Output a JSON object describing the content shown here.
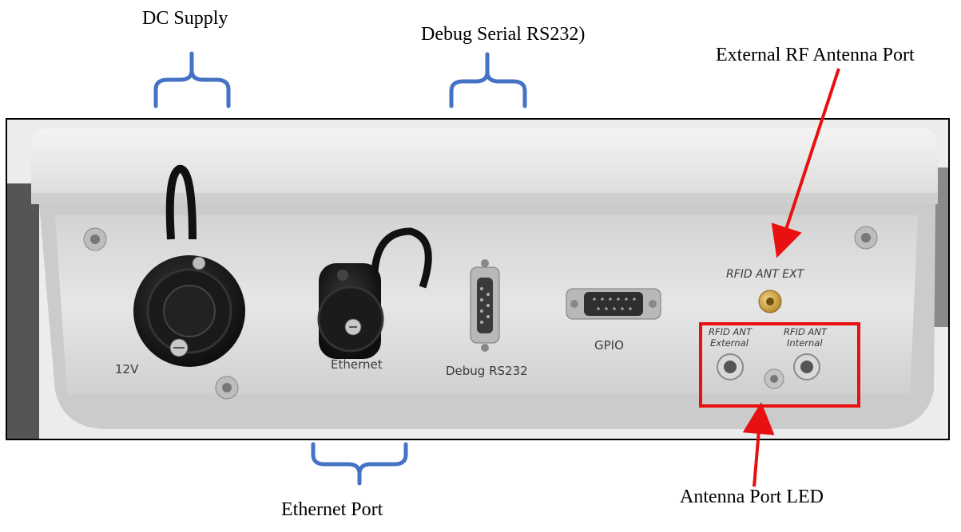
{
  "callouts": {
    "dc_supply": "DC Supply",
    "debug_serial": "Debug Serial RS232)",
    "external_rf": "External RF Antenna Port",
    "ethernet_port": "Ethernet Port",
    "antenna_led": "Antenna Port LED"
  },
  "device": {
    "label_12v": "12V",
    "label_ethernet": "Ethernet",
    "label_debug": "Debug RS232",
    "label_gpio": "GPIO",
    "label_rfid_ext": "RFID ANT EXT",
    "label_ant_external_1": "RFID ANT",
    "label_ant_external_2": "External",
    "label_ant_internal_1": "RFID ANT",
    "label_ant_internal_2": "Internal"
  },
  "colors": {
    "bracket": "#4472c4",
    "arrow": "#e81010",
    "highlight_box": "#e81010"
  }
}
